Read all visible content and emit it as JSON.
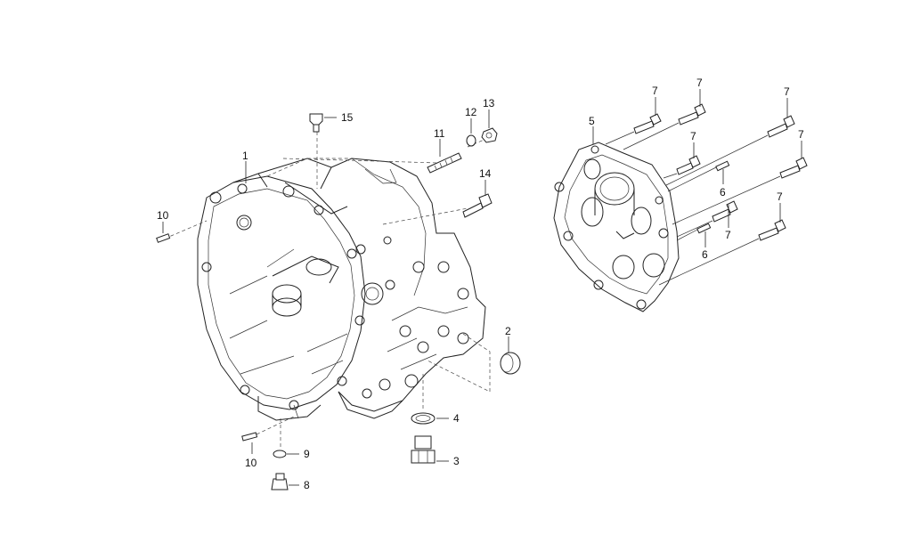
{
  "labels": {
    "l1": "1",
    "l2": "2",
    "l3": "3",
    "l4": "4",
    "l5": "5",
    "l6a": "6",
    "l6b": "6",
    "l7a": "7",
    "l7b": "7",
    "l7c": "7",
    "l7d": "7",
    "l7e": "7",
    "l7f": "7",
    "l7g": "7",
    "l8": "8",
    "l9": "9",
    "l10a": "10",
    "l10b": "10",
    "l11": "11",
    "l12": "12",
    "l13": "13",
    "l14": "14",
    "l15": "15"
  }
}
